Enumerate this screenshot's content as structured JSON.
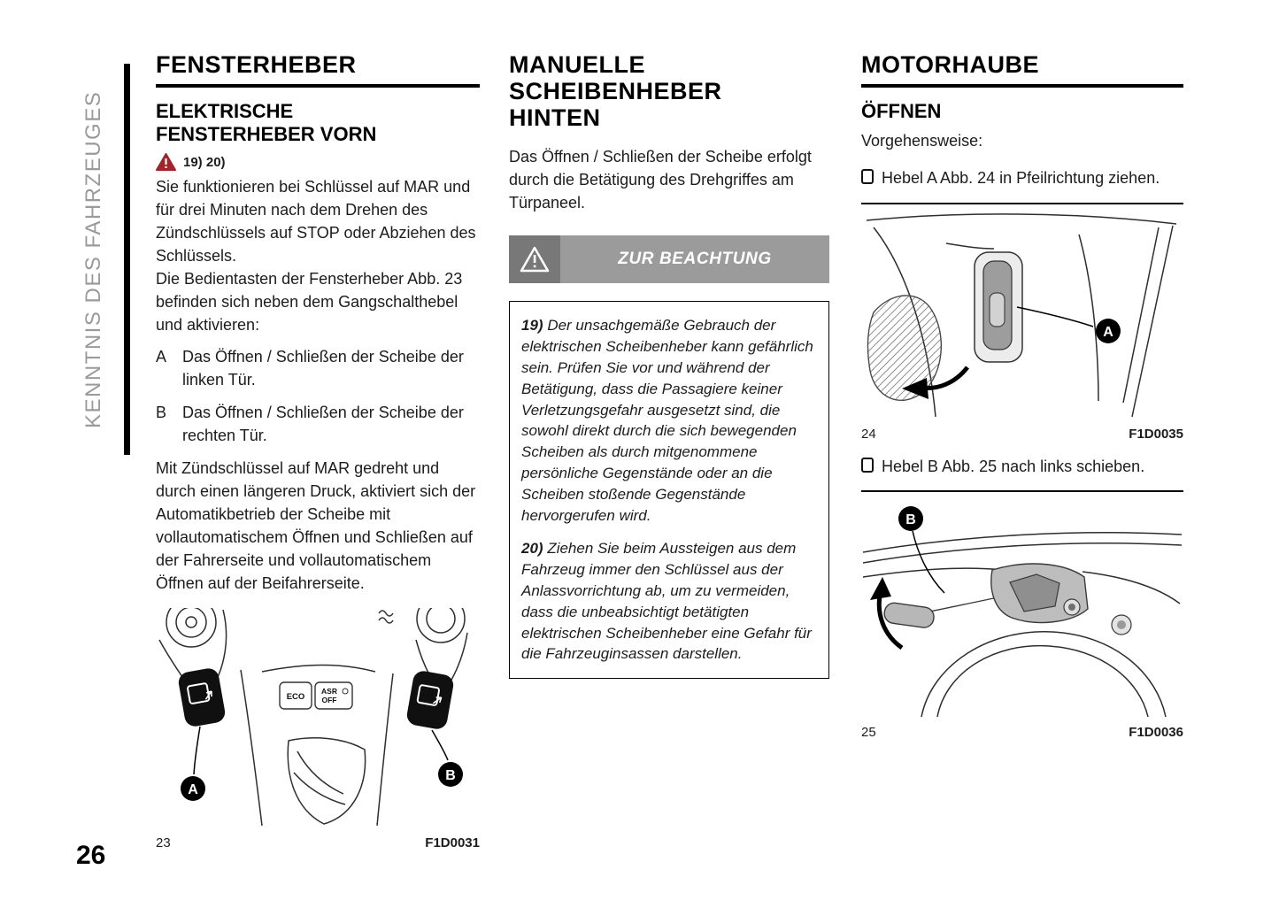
{
  "page": {
    "number": "26",
    "sidebar": "KENNTNIS DES FAHRZEUGES"
  },
  "colors": {
    "warning_red": "#a3232b",
    "notice_gray": "#9b9b9b",
    "notice_icon_gray": "#787878",
    "sidebar_gray": "#9a9a9a"
  },
  "col1": {
    "title": "FENSTERHEBER",
    "subtitle": "ELEKTRISCHE FENSTERHEBER VORN",
    "warn_refs": "19) 20)",
    "para1": "Sie funktionieren bei Schlüssel auf MAR und für drei Minuten nach dem Drehen des Zündschlüssels auf STOP oder Abziehen des Schlüssels.",
    "para2": "Die Bedientasten der Fensterheber Abb. 23 befinden sich neben dem Gangschalthebel und aktivieren:",
    "items": [
      {
        "label": "A",
        "text": "Das Öffnen / Schließen der Scheibe der linken Tür."
      },
      {
        "label": "B",
        "text": "Das Öffnen / Schließen der Scheibe der rechten Tür."
      }
    ],
    "para3": "Mit Zündschlüssel auf MAR gedreht und durch einen längeren Druck, aktiviert sich der Automatikbetrieb der Scheibe mit vollautomatischem Öffnen und Schließen auf der Fahrerseite und vollautomatischem Öffnen auf der Beifahrerseite.",
    "figure": {
      "number": "23",
      "code": "F1D0031",
      "label_a": "A",
      "label_b": "B",
      "btn_eco": "ECO",
      "btn_asr_line1": "ASR",
      "btn_asr_line2": "OFF"
    }
  },
  "col2": {
    "title": "MANUELLE SCHEIBENHEBER HINTEN",
    "para1": "Das Öffnen / Schließen der Scheibe erfolgt durch die Betätigung des Drehgriffes am Türpaneel.",
    "notice_title": "ZUR BEACHTUNG",
    "warnings": [
      {
        "label": "19)",
        "text": "Der unsachgemäße Gebrauch der elektrischen Scheibenheber kann gefährlich sein. Prüfen Sie vor und während der Betätigung, dass die Passagiere keiner Verletzungsgefahr ausgesetzt sind, die sowohl direkt durch die sich bewegenden Scheiben als durch mitgenommene persönliche Gegenstände oder an die Scheiben stoßende Gegenstände hervorgerufen wird."
      },
      {
        "label": "20)",
        "text": "Ziehen Sie beim Aussteigen aus dem Fahrzeug immer den Schlüssel aus der Anlassvorrichtung ab, um zu vermeiden, dass die unbeabsichtigt betätigten elektrischen Scheibenheber eine Gefahr für die Fahrzeuginsassen darstellen."
      }
    ]
  },
  "col3": {
    "title": "MOTORHAUBE",
    "subtitle": "ÖFFNEN",
    "para1": "Vorgehensweise:",
    "steps": [
      {
        "text": "Hebel A Abb. 24 in Pfeilrichtung ziehen.",
        "figure": {
          "number": "24",
          "code": "F1D0035",
          "label": "A"
        }
      },
      {
        "text": "Hebel B Abb. 25 nach links schieben.",
        "figure": {
          "number": "25",
          "code": "F1D0036",
          "label": "B"
        }
      }
    ]
  }
}
